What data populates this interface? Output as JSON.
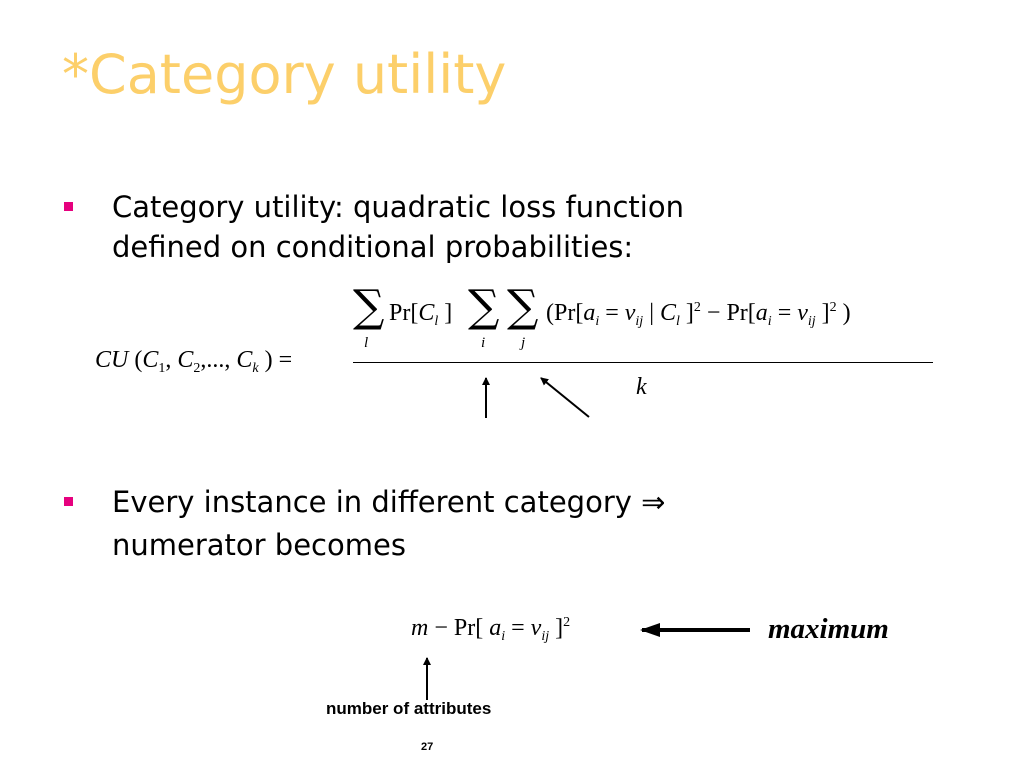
{
  "slide": {
    "title": "*Category utility",
    "bullets": [
      {
        "lines": [
          "Category utility: quadratic loss function",
          "defined on conditional probabilities:"
        ]
      },
      {
        "lines": [
          "Every instance in different category ⇒",
          "numerator becomes"
        ]
      }
    ],
    "formula_cu": {
      "lhs": "CU(C₁, C₂, ..., Cₖ) =",
      "numerator": "∑ Pr[Cₗ] ∑ ∑ (Pr[aᵢ = vᵢⱼ | Cₗ]² − Pr[aᵢ = vᵢⱼ]²)",
      "index_l": "l",
      "index_i": "i",
      "index_j": "j",
      "denominator": "k"
    },
    "formula_numerator": "m − Pr[aᵢ = vᵢⱼ]²",
    "maximum_label": "maximum",
    "attributes_note": "number of attributes",
    "page_number": "27"
  },
  "colors": {
    "title": "#fccf6a",
    "bullet": "#e6007e",
    "text": "#000000",
    "background": "#ffffff"
  }
}
